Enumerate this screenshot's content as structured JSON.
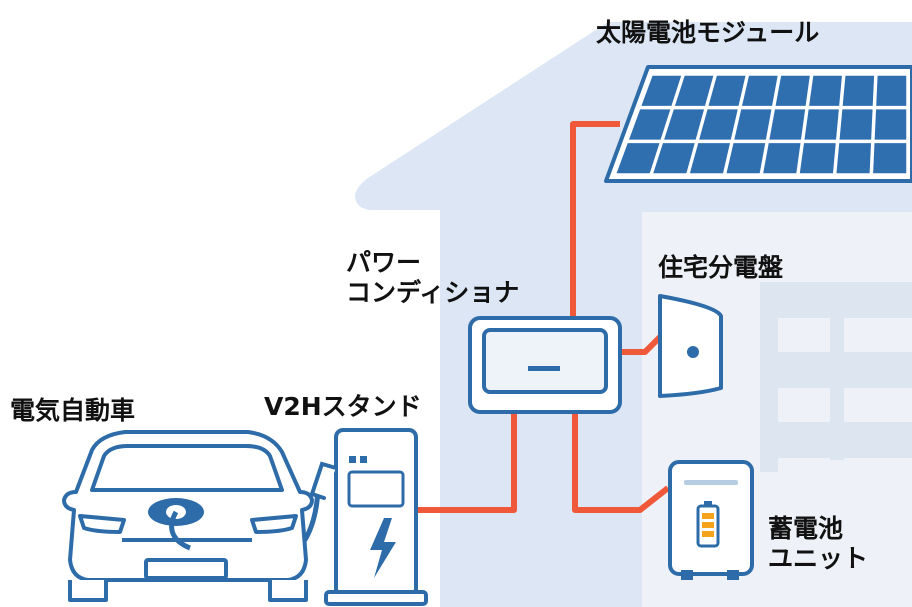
{
  "labels": {
    "solar_module": "太陽電池モジュール",
    "power_conditioner": [
      "パワー",
      "コンディショナ"
    ],
    "distribution_board": "住宅分電盤",
    "ev": "電気自動車",
    "v2h_stand": "V2Hスタンド",
    "storage_battery": [
      "蓄電池",
      "ユニット"
    ]
  },
  "colors": {
    "outline": "#2d6ca8",
    "house_fill": "#dce6f5",
    "interior_fill": "#eef2f8",
    "wire": "#f0583a",
    "solar_cell": "#2f6fb0",
    "label_text": "#111111"
  }
}
